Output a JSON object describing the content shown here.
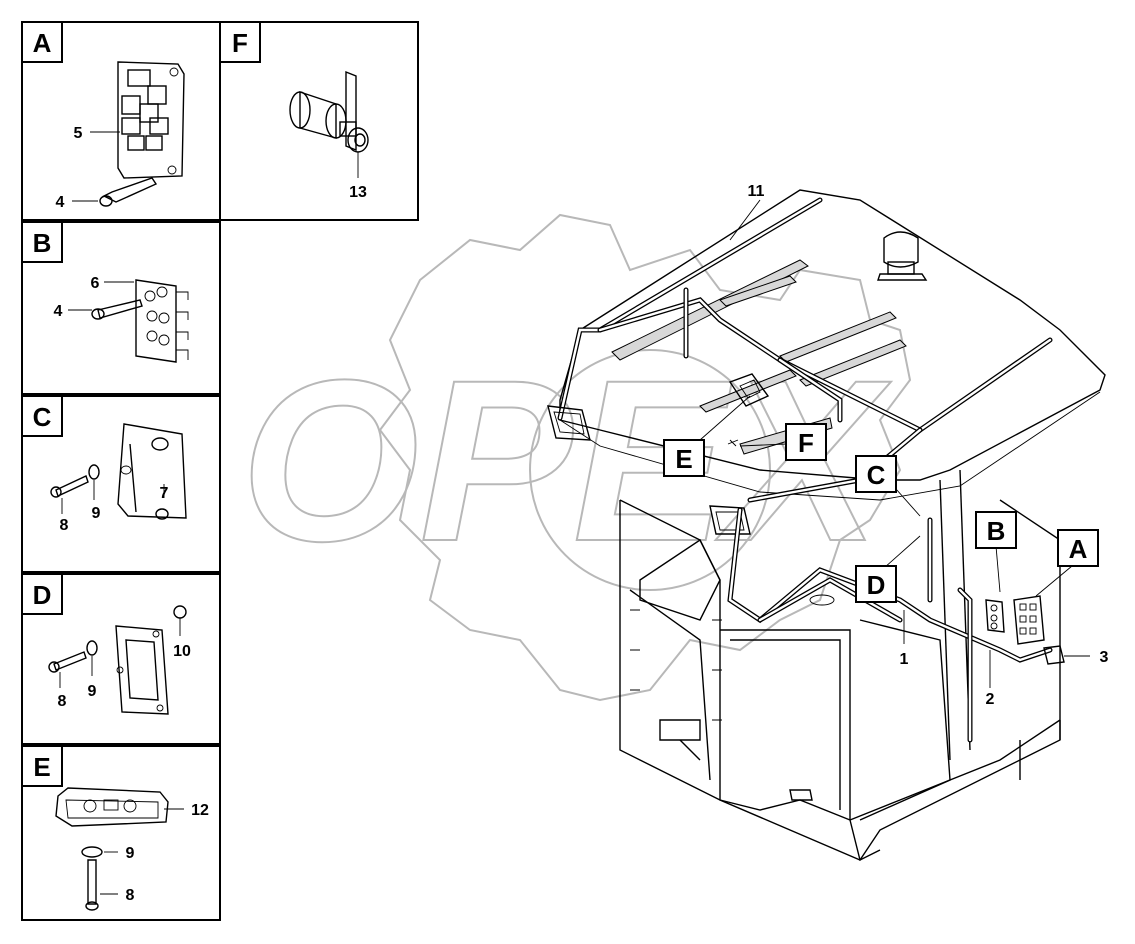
{
  "panels": [
    {
      "id": "A",
      "letter": "A",
      "callouts": [
        "5",
        "4"
      ]
    },
    {
      "id": "F",
      "letter": "F",
      "callouts": [
        "13"
      ]
    },
    {
      "id": "B",
      "letter": "B",
      "callouts": [
        "6",
        "4"
      ]
    },
    {
      "id": "C",
      "letter": "C",
      "callouts": [
        "8",
        "9",
        "7"
      ]
    },
    {
      "id": "D",
      "letter": "D",
      "callouts": [
        "10",
        "8",
        "9"
      ]
    },
    {
      "id": "E",
      "letter": "E",
      "callouts": [
        "12",
        "9",
        "8"
      ]
    }
  ],
  "main": {
    "section_tags": [
      "E",
      "F",
      "C",
      "D",
      "B",
      "A"
    ],
    "callouts": [
      "11",
      "1",
      "2",
      "3"
    ]
  },
  "watermark": "OPEX"
}
